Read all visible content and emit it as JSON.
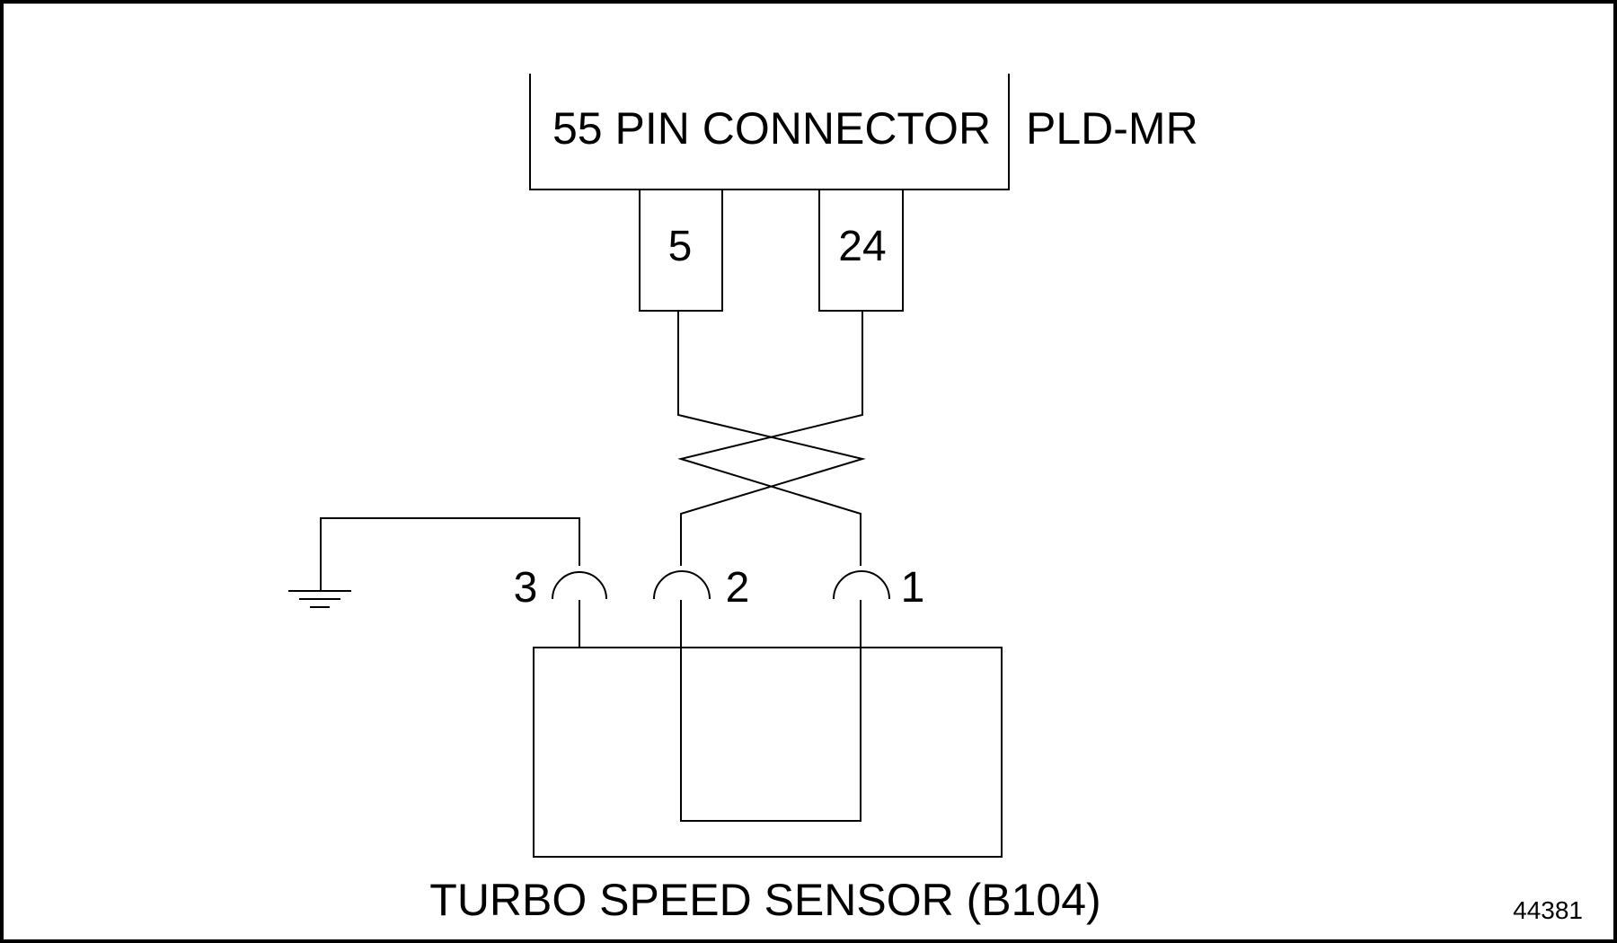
{
  "diagram": {
    "connector_label": "55 PIN CONNECTOR",
    "module_label": "PLD-MR",
    "pin_a": "5",
    "pin_b": "24",
    "terminal_3": "3",
    "terminal_2": "2",
    "terminal_1": "1",
    "sensor_label": "TURBO SPEED SENSOR (B104)",
    "figure_number": "44381"
  }
}
